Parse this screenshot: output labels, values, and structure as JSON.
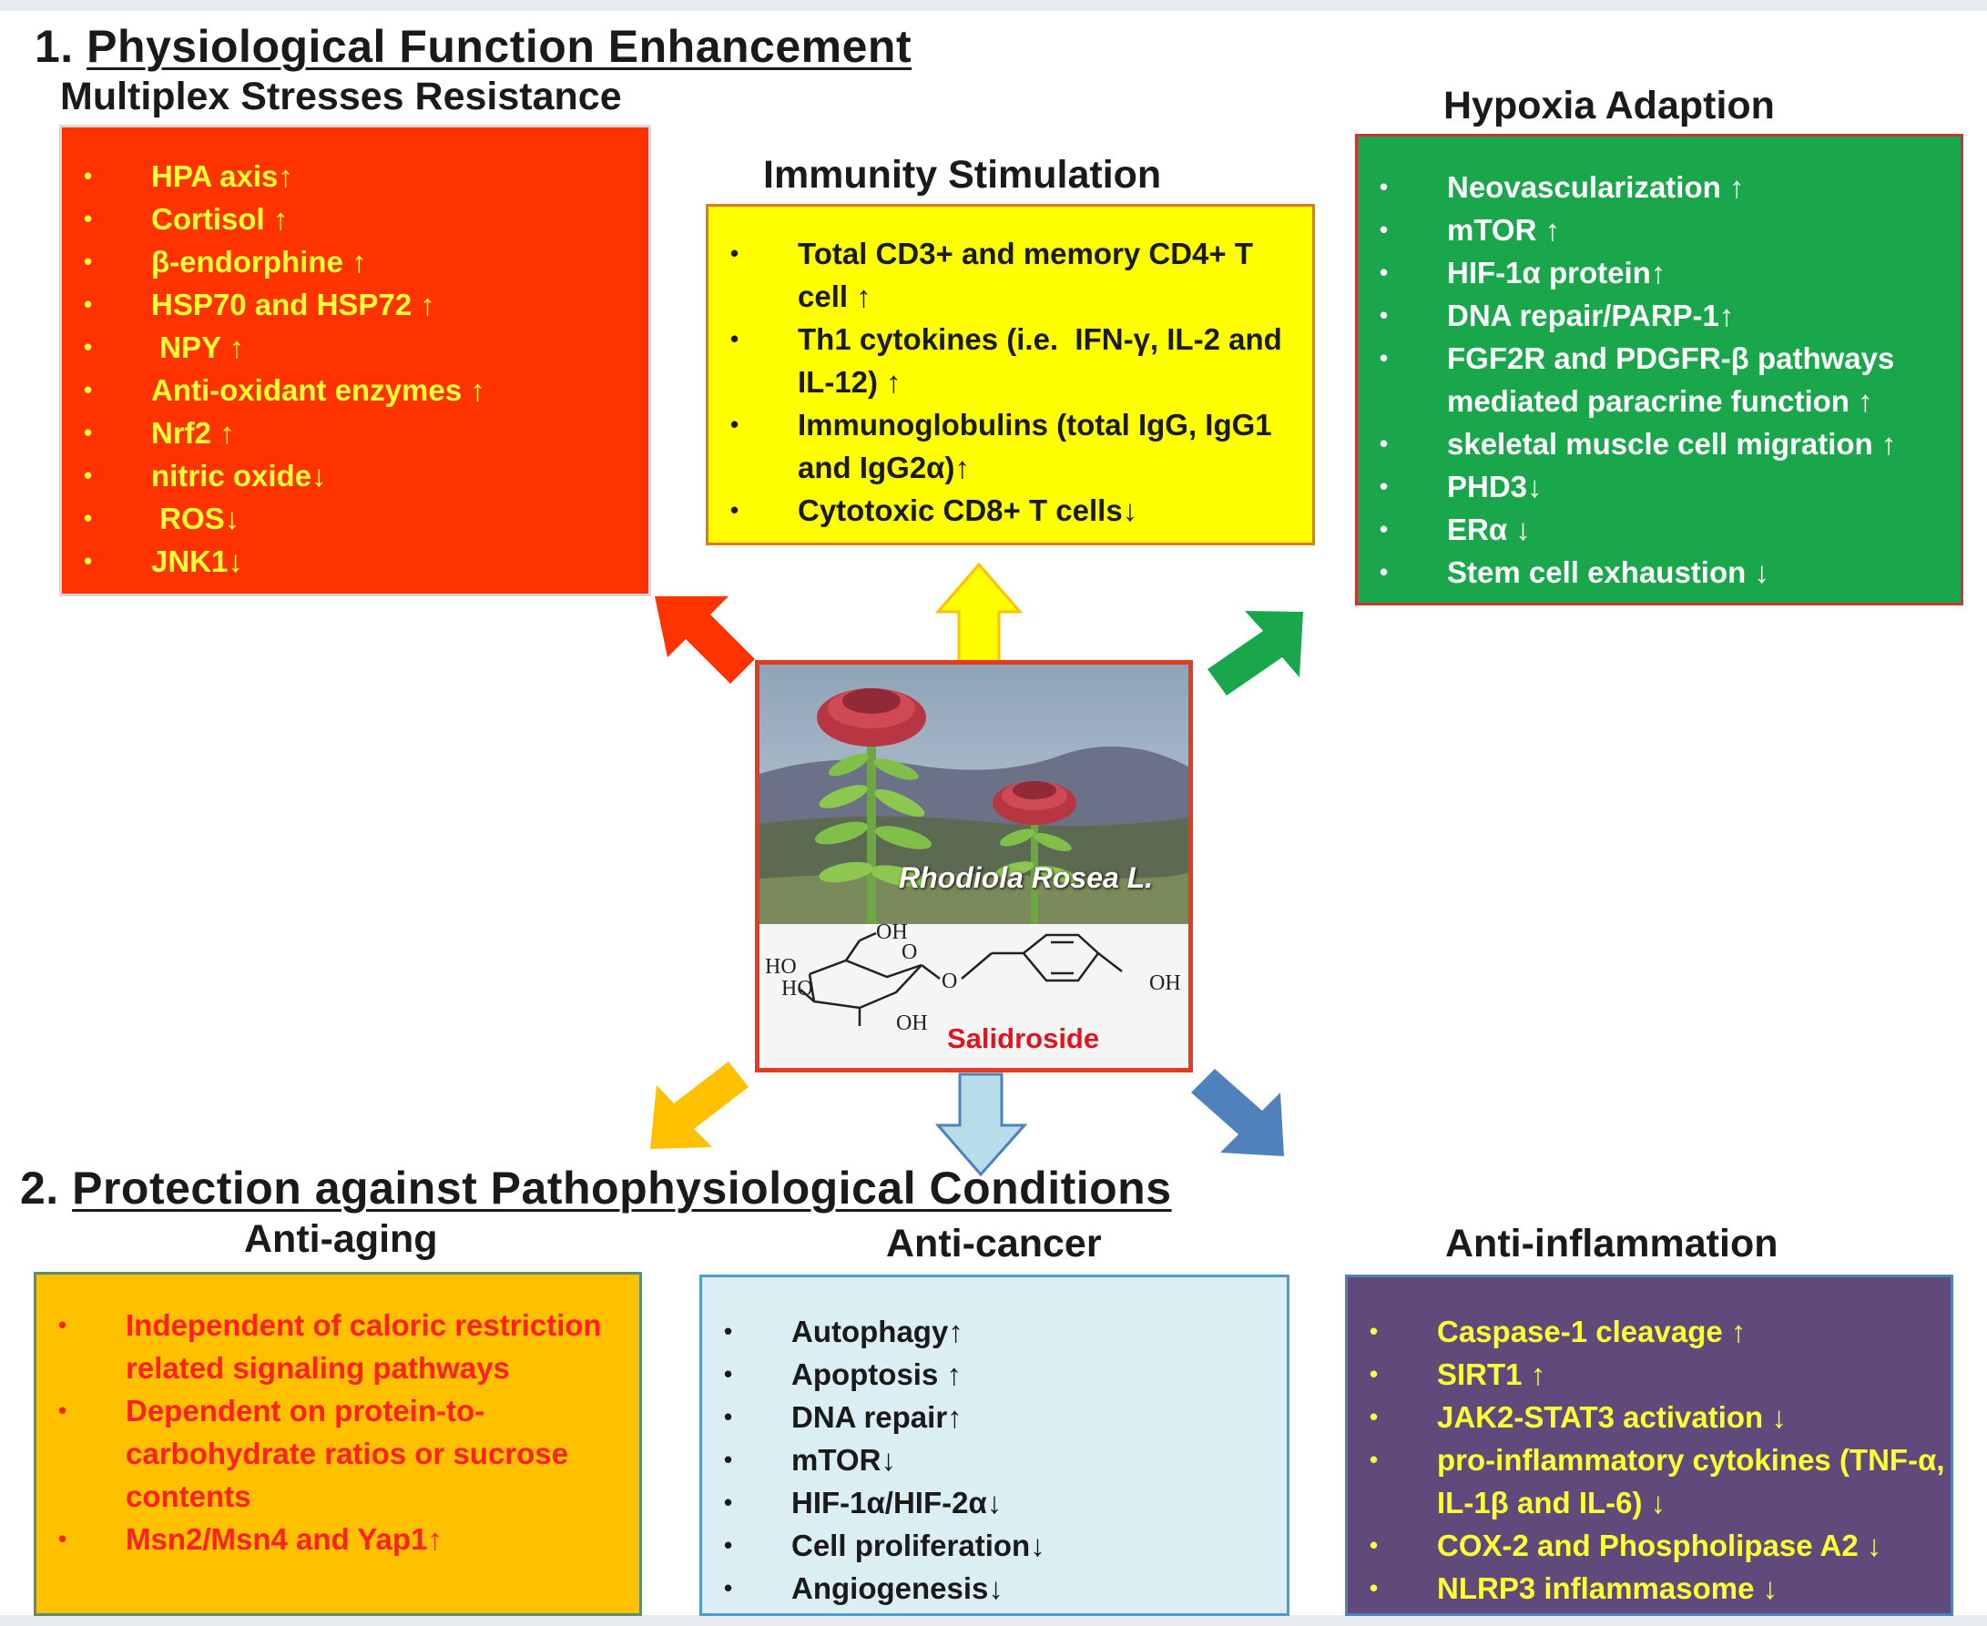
{
  "section1": {
    "number": "1.",
    "title": "Physiological Function Enhancement"
  },
  "section2": {
    "number": "2.",
    "title": "Protection against Pathophysiological Conditions"
  },
  "boxes": {
    "stress": {
      "title": "Multiplex Stresses Resistance",
      "items": [
        "HPA axis↑",
        "Cortisol ↑",
        "β-endorphine ↑",
        "HSP70 and HSP72 ↑",
        " NPY ↑",
        "Anti-oxidant enzymes ↑",
        "Nrf2 ↑",
        "nitric oxide↓",
        " ROS↓",
        "JNK1↓"
      ]
    },
    "immunity": {
      "title": "Immunity Stimulation",
      "items": [
        "Total CD3+ and memory CD4+ T cell ↑",
        "Th1 cytokines (i.e.  IFN-γ, IL-2 and IL-12) ↑",
        "Immunoglobulins (total IgG, IgG1 and IgG2α)↑",
        "Cytotoxic CD8+ T cells↓"
      ]
    },
    "hypoxia": {
      "title": "Hypoxia Adaption",
      "items": [
        "Neovascularization ↑",
        "mTOR ↑",
        "HIF-1α protein↑",
        "DNA repair/PARP-1↑",
        "FGF2R and PDGFR-β pathways mediated paracrine function ↑",
        "skeletal muscle cell migration ↑",
        "PHD3↓",
        "ERα ↓",
        "Stem cell exhaustion ↓"
      ]
    },
    "aging": {
      "title": "Anti-aging",
      "items": [
        "Independent of caloric restriction related signaling pathways",
        "Dependent on protein-to-carbohydrate ratios or sucrose contents",
        "Msn2/Msn4 and Yap1↑"
      ]
    },
    "cancer": {
      "title": "Anti-cancer",
      "items": [
        "Autophagy↑",
        "Apoptosis ↑",
        "DNA repair↑",
        "mTOR↓",
        "HIF-1α/HIF-2α↓",
        "Cell proliferation↓",
        "Angiogenesis↓"
      ]
    },
    "inflammation": {
      "title": "Anti-inflammation",
      "items": [
        "Caspase-1 cleavage ↑",
        "SIRT1 ↑",
        "JAK2-STAT3 activation ↓",
        "pro-inflammatory cytokines (TNF-α, IL-1β and IL-6) ↓",
        "COX-2 and Phospholipase A2 ↓",
        "NLRP3 inflammasome ↓"
      ]
    }
  },
  "center": {
    "plant_name": "Rhodiola Rosea L.",
    "compound_name": "Salidroside",
    "structure_labels": {
      "oh_top": "OH",
      "ho_1": "HO",
      "ho_2": "HO",
      "oh_bottom": "OH",
      "oh_right": "OH",
      "o_ring": "O",
      "o_link": "O"
    }
  },
  "colors": {
    "stress": "#ff3300",
    "immunity": "#ffff00",
    "hypoxia": "#1aa64a",
    "aging": "#ffc000",
    "cancer": "#dbeef4",
    "inflammation": "#604a7b",
    "arrow_red": "#ff3300",
    "arrow_yellow": "#ffff00",
    "arrow_green": "#1aa64a",
    "arrow_orange": "#ffc000",
    "arrow_lightblue": "#b7dde8",
    "arrow_blue": "#4f81bd"
  }
}
